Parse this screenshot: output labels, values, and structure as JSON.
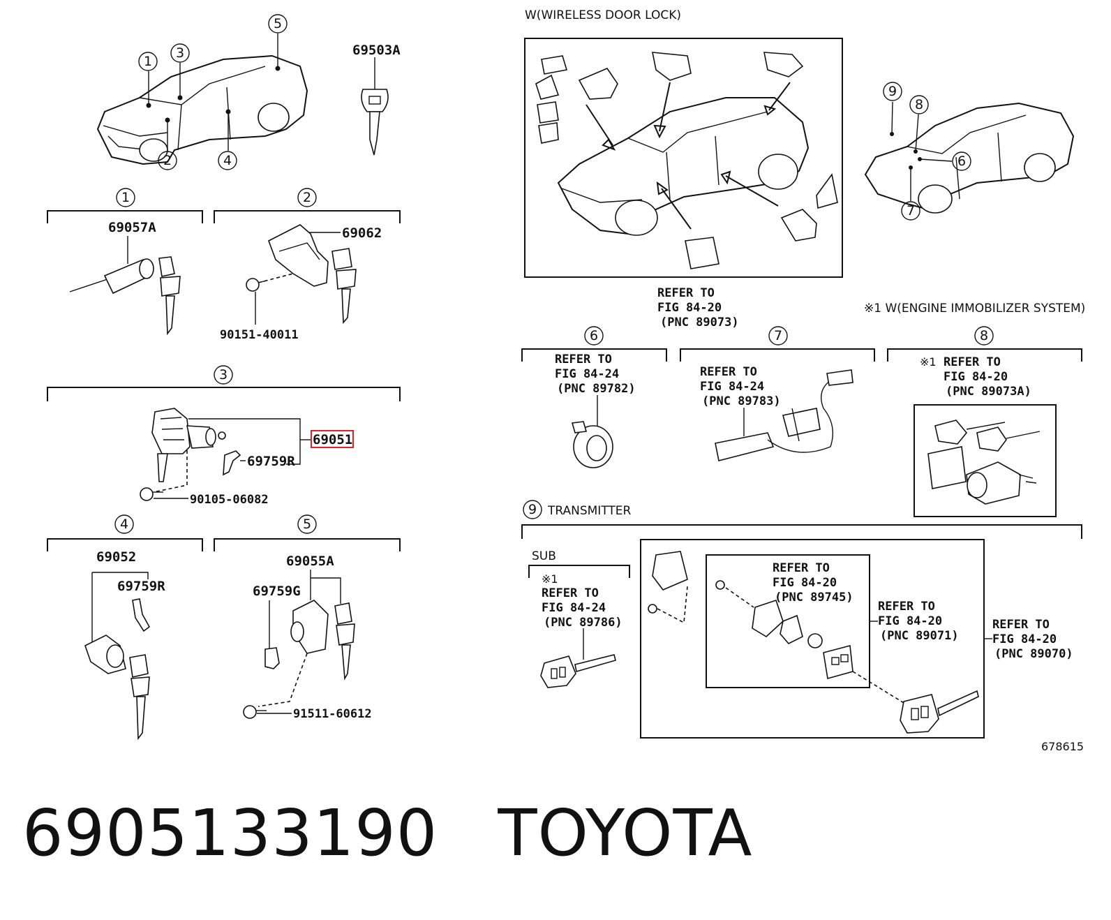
{
  "footer": {
    "part_number": "6905133190",
    "brand": "TOYOTA"
  },
  "figure_code": "678615",
  "callout_numbers": [
    "1",
    "2",
    "3",
    "4",
    "5",
    "6",
    "7",
    "8",
    "9"
  ],
  "overview": {
    "key_part": "69503A"
  },
  "group_1": {
    "part": "69057A"
  },
  "group_2": {
    "part": "69062",
    "bolt": "90151-40011"
  },
  "group_3": {
    "part": "69051",
    "sub_part": "69759R",
    "bolt": "90105-06082",
    "highlight_color": "#e0202a"
  },
  "group_4": {
    "part": "69052",
    "sub_part": "69759R"
  },
  "group_5": {
    "part": "69055A",
    "sub_part": "69759G",
    "bolt": "91511-60612"
  },
  "wireless": {
    "title": "W(WIRELESS DOOR LOCK)",
    "refer_line1": "REFER TO",
    "refer_line2": "FIG 84-20",
    "refer_line3": "(PNC 89073)"
  },
  "immobilizer": {
    "title": "※1 W(ENGINE IMMOBILIZER SYSTEM)"
  },
  "group_6": {
    "refer_line1": "REFER TO",
    "refer_line2": "FIG 84-24",
    "refer_line3": "(PNC 89782)"
  },
  "group_7": {
    "refer_line1": "REFER TO",
    "refer_line2": "FIG 84-24",
    "refer_line3": "(PNC 89783)"
  },
  "group_8": {
    "mark": "※1",
    "refer_line1": "REFER TO",
    "refer_line2": "FIG 84-20",
    "refer_line3": "(PNC 89073A)"
  },
  "transmitter": {
    "label": "TRANSMITTER",
    "sub_label": "SUB",
    "sub_mark": "※1",
    "sub_refer_line1": "REFER TO",
    "sub_refer_line2": "FIG 84-24",
    "sub_refer_line3": "(PNC 89786)",
    "inner_refer_line1": "REFER TO",
    "inner_refer_line2": "FIG 84-20",
    "inner_refer_line3": "(PNC 89745)",
    "mid_refer_line1": "REFER TO",
    "mid_refer_line2": "FIG 84-20",
    "mid_refer_line3": "(PNC 89071)",
    "outer_refer_line1": "REFER TO",
    "outer_refer_line2": "FIG 84-20",
    "outer_refer_line3": "(PNC 89070)"
  }
}
